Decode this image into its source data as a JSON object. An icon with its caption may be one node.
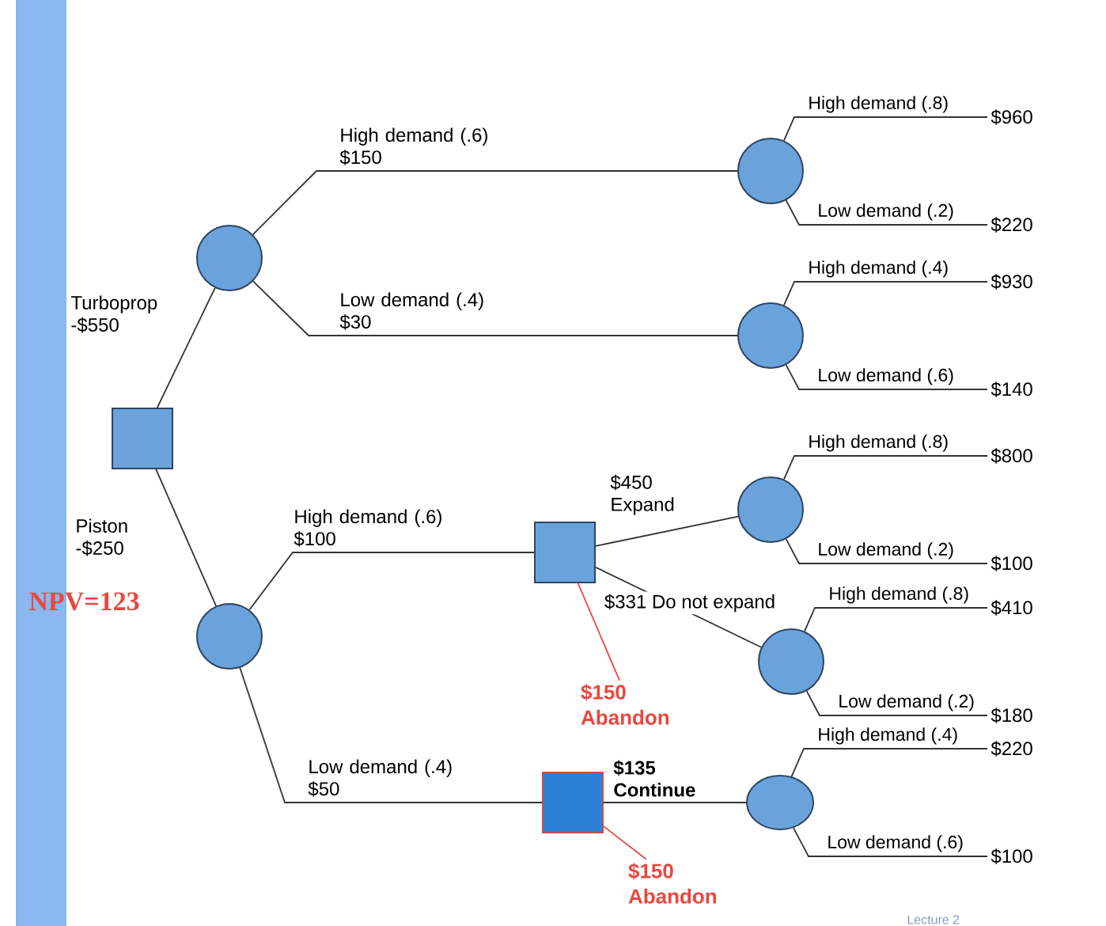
{
  "diagram": {
    "nodes": [
      {
        "text": [],
        "shape": "box"
      },
      {
        "text": [],
        "shape": "circle"
      },
      {
        "text": [],
        "shape": "circle"
      },
      {
        "text": [],
        "shape": "circle"
      },
      {
        "text": [],
        "shape": "circle"
      },
      {
        "text": [],
        "shape": "box"
      },
      {
        "text": [],
        "shape": "circle"
      },
      {
        "text": [],
        "shape": "circle"
      },
      {
        "text": [],
        "shape": "box"
      },
      {
        "text": [],
        "shape": "circle"
      },
      {
        "text": [
          "$960"
        ]
      },
      {
        "text": [
          "$220"
        ]
      },
      {
        "text": [
          "$930"
        ]
      },
      {
        "text": [
          "$140"
        ]
      },
      {
        "text": [
          "$800"
        ]
      },
      {
        "text": [
          "$100"
        ]
      },
      {
        "text": [
          "$410"
        ]
      },
      {
        "text": [
          "$180"
        ]
      },
      {
        "text": [
          "$220"
        ]
      },
      {
        "text": [
          "$100"
        ]
      },
      {
        "text": [
          "$150 Abandon"
        ]
      },
      {
        "text": [
          "$150 Abandon"
        ]
      },
      {
        "text": [],
        "shape": "bar"
      }
    ],
    "edges": [
      {
        "from": 0,
        "to": 1,
        "arrow": "none",
        "label": "Turboprop -$550"
      },
      {
        "from": 0,
        "to": 2,
        "arrow": "none",
        "label": "Piston -$250"
      },
      {
        "from": 1,
        "to": 3,
        "arrow": "none",
        "label": "High demand (.6) $150"
      },
      {
        "from": 1,
        "to": 4,
        "arrow": "none",
        "label": "Low demand (.4) $30"
      },
      {
        "from": 2,
        "to": 5,
        "arrow": "none",
        "label": "High demand (.6) $100"
      },
      {
        "from": 2,
        "to": 8,
        "arrow": "none",
        "label": "Low demand (.4) $50"
      },
      {
        "from": 3,
        "to": 10,
        "arrow": "none",
        "label": "High demand (.8)"
      },
      {
        "from": 3,
        "to": 11,
        "arrow": "none",
        "label": "Low demand (.2)"
      },
      {
        "from": 4,
        "to": 12,
        "arrow": "none",
        "label": "High demand (.4)"
      },
      {
        "from": 4,
        "to": 13,
        "arrow": "none",
        "label": "Low demand (.6)"
      },
      {
        "from": 5,
        "to": 6,
        "arrow": "none",
        "label": "$450 Expand"
      },
      {
        "from": 5,
        "to": 7,
        "arrow": "none",
        "label": "$331 Do not expand"
      },
      {
        "from": 5,
        "to": 20,
        "arrow": "none",
        "color": "#e8483f"
      },
      {
        "from": 6,
        "to": 14,
        "arrow": "none",
        "label": "High demand (.8)"
      },
      {
        "from": 6,
        "to": 15,
        "arrow": "none",
        "label": "Low demand (.2)"
      },
      {
        "from": 7,
        "to": 16,
        "arrow": "none",
        "label": "High demand (.8)"
      },
      {
        "from": 7,
        "to": 17,
        "arrow": "none",
        "label": "Low demand (.2)"
      },
      {
        "from": 8,
        "to": 9,
        "arrow": "none",
        "label": "$135 Continue"
      },
      {
        "from": 8,
        "to": 21,
        "arrow": "none",
        "color": "#e8483f"
      },
      {
        "from": 9,
        "to": 18,
        "arrow": "none",
        "label": "High demand (.4)"
      },
      {
        "from": 9,
        "to": 19,
        "arrow": "none",
        "label": "Low demand (.6)"
      }
    ],
    "labels": [
      "NPV=123",
      "Lecture 2"
    ]
  }
}
